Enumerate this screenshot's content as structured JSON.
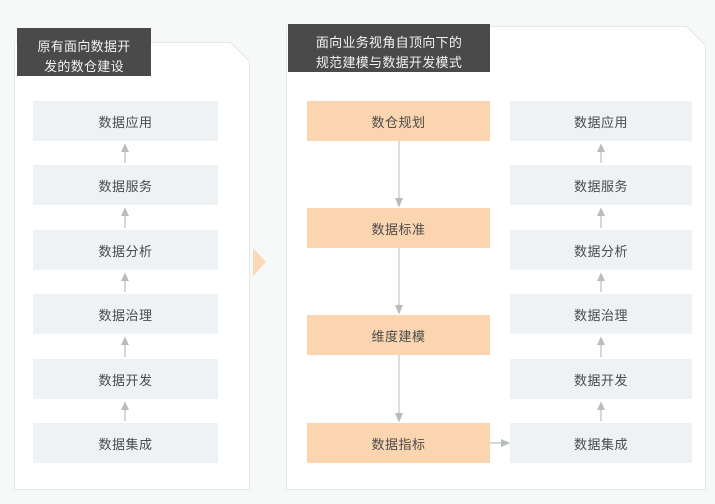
{
  "page": {
    "background": "#f7f8f8",
    "gray_box_color": "#eef2f4",
    "orange_box_color": "#fbd5b0",
    "title_tab_color": "#4a4a4a",
    "arrow_color": "#b9bcbe",
    "connector_color": "#fbd8b8"
  },
  "left_panel": {
    "title": "原有面向数据开\n发的数仓建设",
    "nodes": [
      {
        "label": "数据应用"
      },
      {
        "label": "数据服务"
      },
      {
        "label": "数据分析"
      },
      {
        "label": "数据治理"
      },
      {
        "label": "数据开发"
      },
      {
        "label": "数据集成"
      }
    ]
  },
  "connector": {
    "name": "panel-transition-arrow"
  },
  "right_panel": {
    "title": "面向业务视角自顶向下的\n规范建模与数据开发模式",
    "governance_column": [
      {
        "label": "数仓规划"
      },
      {
        "label": "数据标准"
      },
      {
        "label": "维度建模"
      },
      {
        "label": "数据指标"
      }
    ],
    "stack_column": [
      {
        "label": "数据应用"
      },
      {
        "label": "数据服务"
      },
      {
        "label": "数据分析"
      },
      {
        "label": "数据治理"
      },
      {
        "label": "数据开发"
      },
      {
        "label": "数据集成"
      }
    ]
  }
}
